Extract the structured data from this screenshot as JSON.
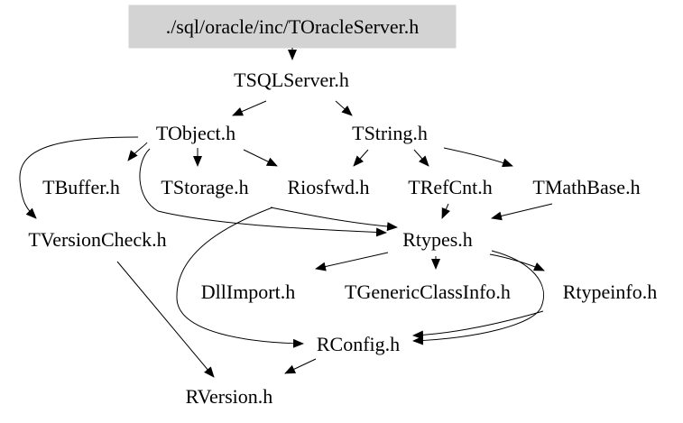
{
  "diagram": {
    "type": "include-dependency-graph",
    "root": "./sql/oracle/inc/TOracleServer.h",
    "nodes": [
      {
        "id": "root",
        "label": "./sql/oracle/inc/TOracleServer.h",
        "highlight": true
      },
      {
        "id": "tsqlserver",
        "label": "TSQLServer.h"
      },
      {
        "id": "tobject",
        "label": "TObject.h"
      },
      {
        "id": "tstring",
        "label": "TString.h"
      },
      {
        "id": "tbuffer",
        "label": "TBuffer.h"
      },
      {
        "id": "tstorage",
        "label": "TStorage.h"
      },
      {
        "id": "riosfwd",
        "label": "Riosfwd.h"
      },
      {
        "id": "trefcnt",
        "label": "TRefCnt.h"
      },
      {
        "id": "tmathbase",
        "label": "TMathBase.h"
      },
      {
        "id": "tversioncheck",
        "label": "TVersionCheck.h"
      },
      {
        "id": "rtypes",
        "label": "Rtypes.h"
      },
      {
        "id": "dllimport",
        "label": "DllImport.h"
      },
      {
        "id": "tgenericclassinfo",
        "label": "TGenericClassInfo.h"
      },
      {
        "id": "rtypeinfo",
        "label": "Rtypeinfo.h"
      },
      {
        "id": "rconfig",
        "label": "RConfig.h"
      },
      {
        "id": "rversion",
        "label": "RVersion.h"
      }
    ],
    "edges": [
      {
        "from": "root",
        "to": "tsqlserver"
      },
      {
        "from": "tsqlserver",
        "to": "tobject"
      },
      {
        "from": "tsqlserver",
        "to": "tstring"
      },
      {
        "from": "tobject",
        "to": "tbuffer"
      },
      {
        "from": "tobject",
        "to": "tstorage"
      },
      {
        "from": "tobject",
        "to": "riosfwd"
      },
      {
        "from": "tobject",
        "to": "tversioncheck"
      },
      {
        "from": "tobject",
        "to": "rtypes"
      },
      {
        "from": "tstring",
        "to": "riosfwd"
      },
      {
        "from": "tstring",
        "to": "trefcnt"
      },
      {
        "from": "tstring",
        "to": "tmathbase"
      },
      {
        "from": "riosfwd",
        "to": "rtypes"
      },
      {
        "from": "riosfwd",
        "to": "rconfig"
      },
      {
        "from": "trefcnt",
        "to": "rtypes"
      },
      {
        "from": "tmathbase",
        "to": "rtypes"
      },
      {
        "from": "tversioncheck",
        "to": "rversion"
      },
      {
        "from": "rtypes",
        "to": "dllimport"
      },
      {
        "from": "rtypes",
        "to": "tgenericclassinfo"
      },
      {
        "from": "rtypes",
        "to": "rtypeinfo"
      },
      {
        "from": "rtypes",
        "to": "rconfig"
      },
      {
        "from": "rtypeinfo",
        "to": "rconfig"
      },
      {
        "from": "rconfig",
        "to": "rversion"
      }
    ],
    "colors": {
      "root_fill": "#d3d3d3",
      "line": "#000000",
      "text": "#000000",
      "background": "#ffffff"
    }
  }
}
